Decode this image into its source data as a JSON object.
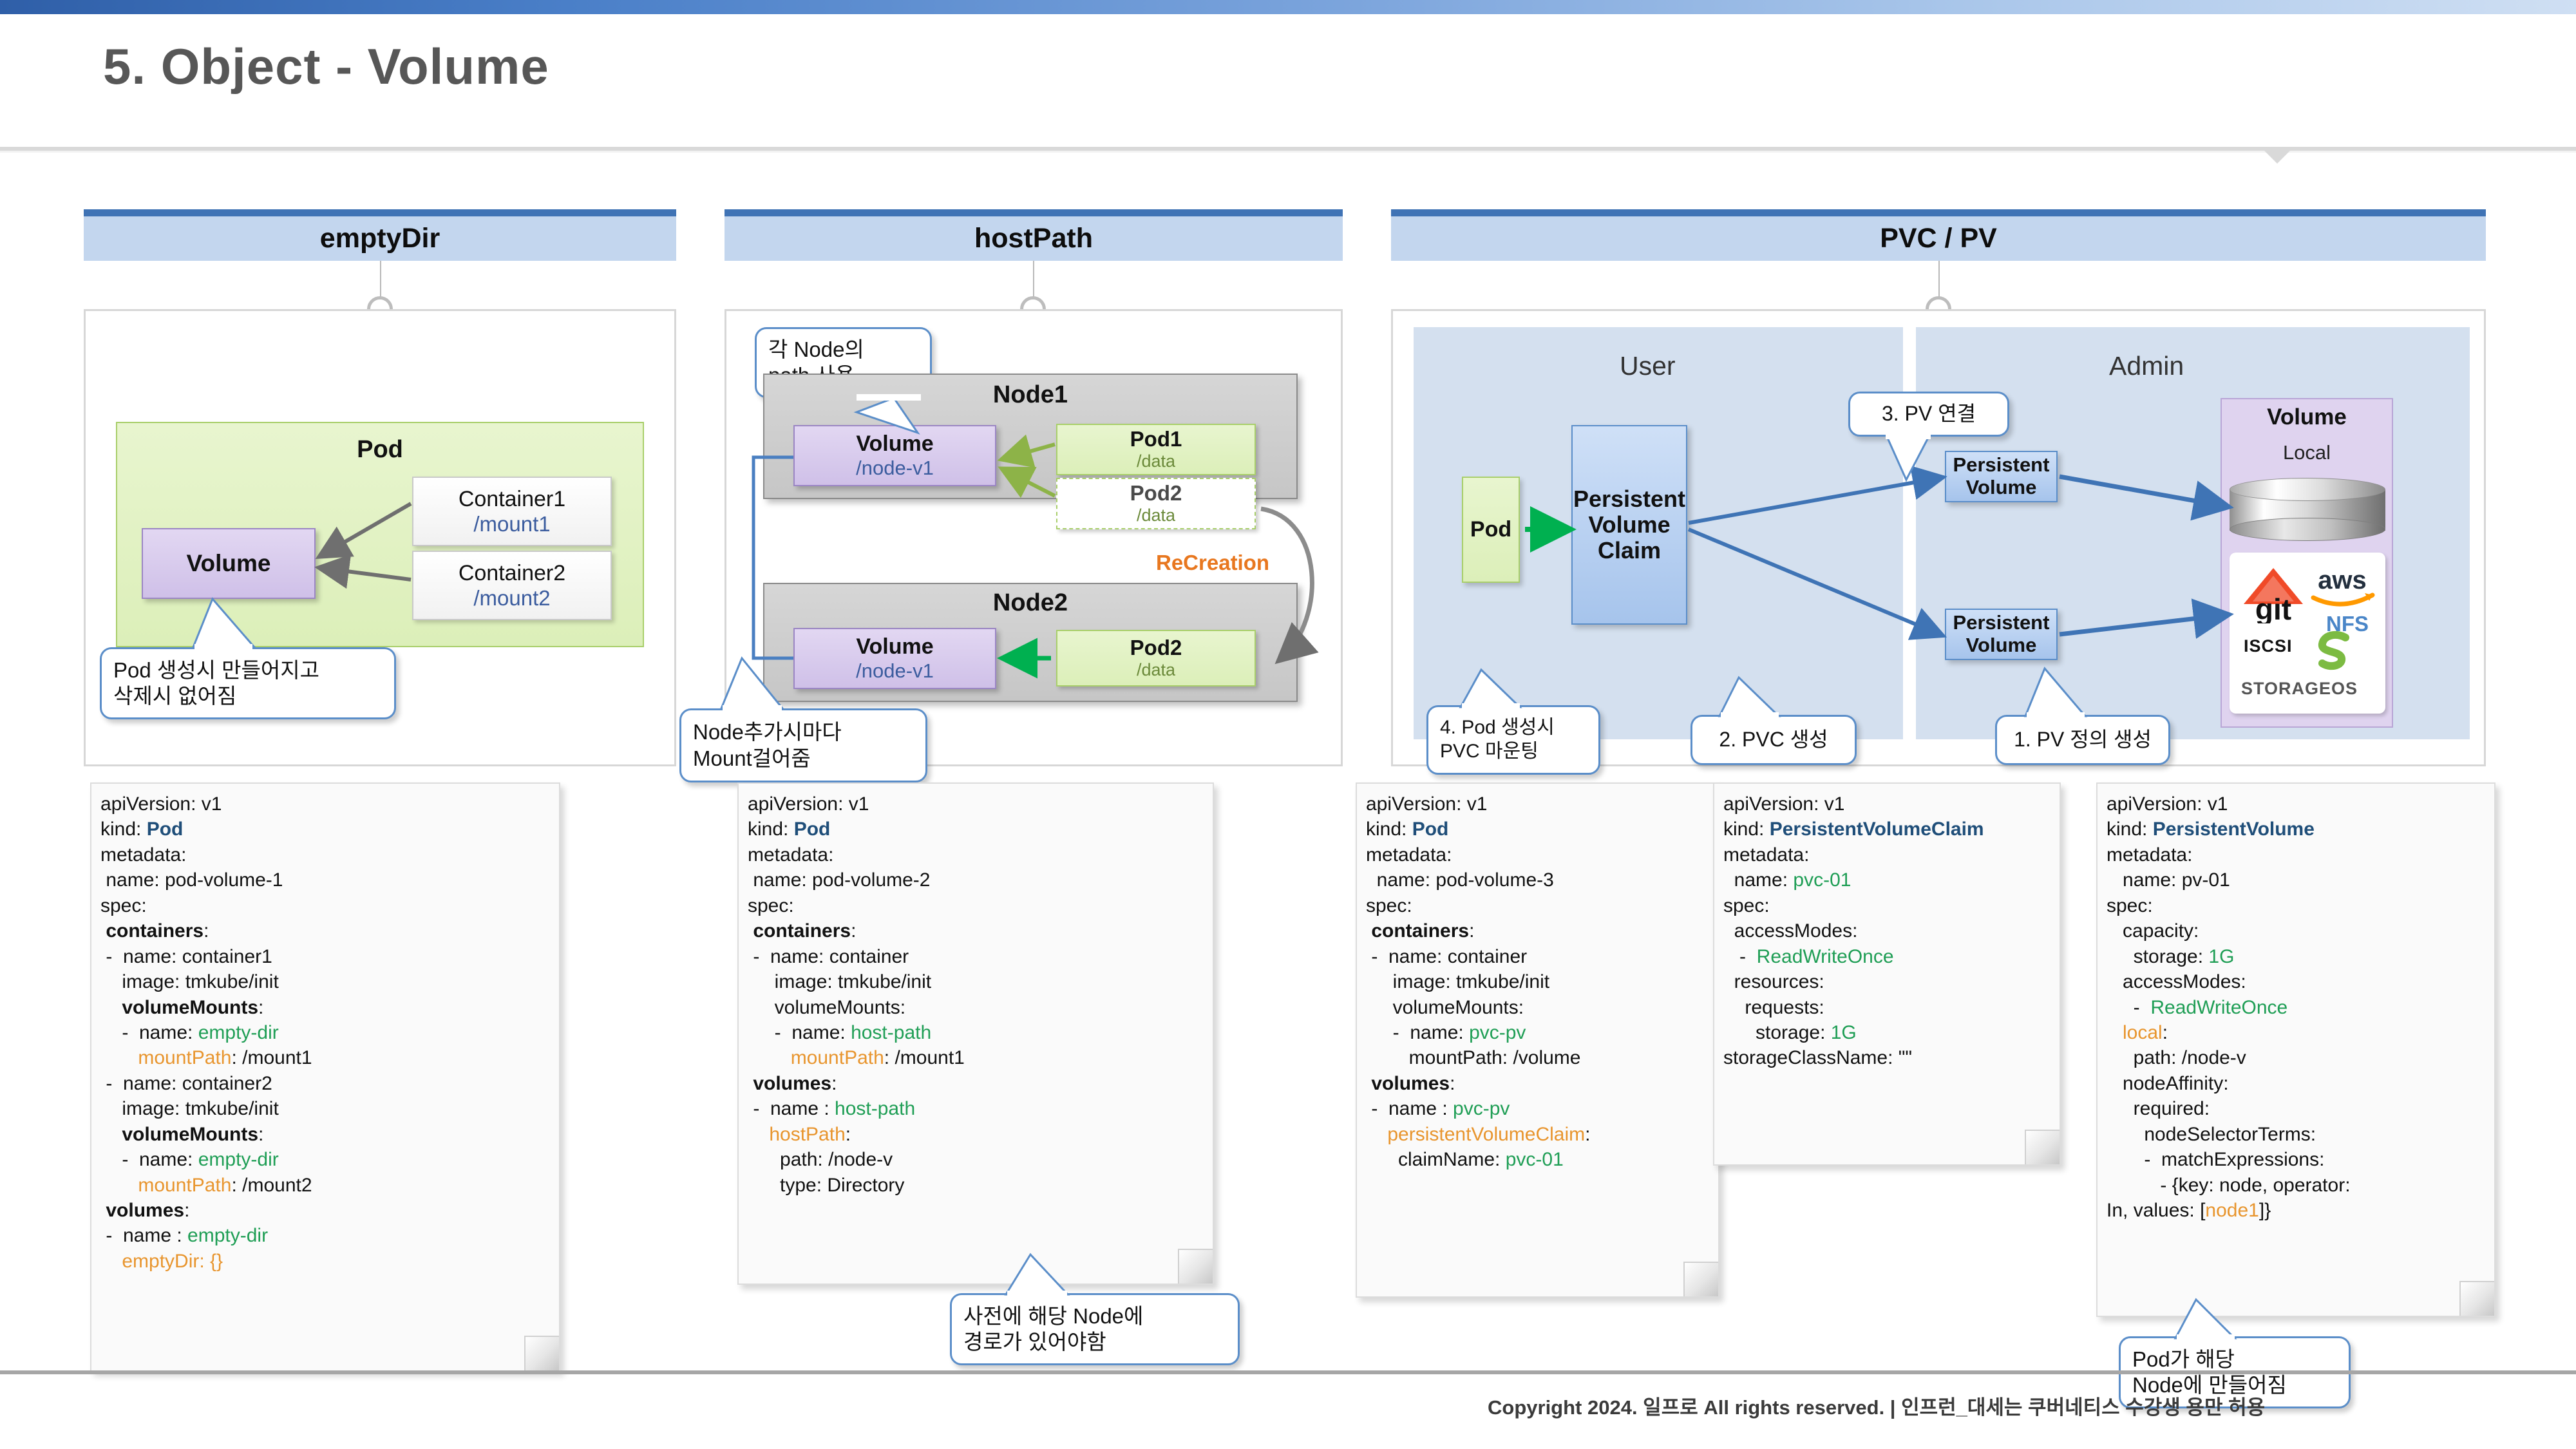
{
  "slide": {
    "title": "5. Object - Volume",
    "footer": "Copyright 2024. 일프로 All rights reserved. | 인프런_대세는 쿠버네티스 수강생 용만 허용"
  },
  "sections": [
    {
      "id": "emptydir",
      "title": "emptyDir"
    },
    {
      "id": "hostpath",
      "title": "hostPath"
    },
    {
      "id": "pvcpv",
      "title": "PVC / PV"
    }
  ],
  "emptydir": {
    "pod_label": "Pod",
    "volume_label": "Volume",
    "containers": [
      {
        "name": "Container1",
        "mount": "/mount1"
      },
      {
        "name": "Container2",
        "mount": "/mount2"
      }
    ],
    "callout": "Pod 생성시 만들어지고\n삭제시 없어짐"
  },
  "hostpath": {
    "callout_top": "각 Node의\npath 사용",
    "callout_bottom": "Node추가시마다\nMount걸어줌",
    "recreation_label": "ReCreation",
    "node1": {
      "title": "Node1",
      "volume_label": "Volume",
      "volume_path": "/node-v1",
      "pods": [
        {
          "name": "Pod1",
          "path": "/data",
          "state": "active"
        },
        {
          "name": "Pod2",
          "path": "/data",
          "state": "ghost"
        }
      ]
    },
    "node2": {
      "title": "Node2",
      "volume_label": "Volume",
      "volume_path": "/node-v1",
      "pods": [
        {
          "name": "Pod2",
          "path": "/data",
          "state": "active"
        }
      ]
    }
  },
  "pvcpv": {
    "user_label": "User",
    "admin_label": "Admin",
    "pod_label": "Pod",
    "pvc_label": "Persistent\nVolume\nClaim",
    "pv_label_1": "Persistent\nVolume",
    "pv_label_2": "Persistent\nVolume",
    "volume_title": "Volume",
    "volume_subtitle": "Local",
    "storage_logos": [
      "git",
      "aws",
      "NFS",
      "ISCSI",
      "STORAGEOS"
    ],
    "callouts": {
      "step1": "1. PV 정의 생성",
      "step2": "2. PVC 생성",
      "step3": "3. PV 연결",
      "step4": "4. Pod 생성시\nPVC 마운팅"
    }
  },
  "yaml_notes": [
    {
      "id": "pod-volume-1",
      "lines": [
        [
          {
            "t": "apiVersion: v1"
          }
        ],
        [
          {
            "t": "kind: "
          },
          {
            "t": "Pod",
            "c": "k-kind"
          }
        ],
        [
          {
            "t": "metadata:"
          }
        ],
        [
          {
            "t": " name: pod-volume-1"
          }
        ],
        [
          {
            "t": "spec:"
          }
        ],
        [
          {
            "t": " "
          },
          {
            "t": "containers",
            "c": "k-b"
          },
          {
            "t": ":"
          }
        ],
        [
          {
            "t": " -  name: container1"
          }
        ],
        [
          {
            "t": "    image: tmkube/init"
          }
        ],
        [
          {
            "t": "    "
          },
          {
            "t": "volumeMounts",
            "c": "k-b"
          },
          {
            "t": ":"
          }
        ],
        [
          {
            "t": "    -  name: "
          },
          {
            "t": "empty-dir",
            "c": "k-g"
          }
        ],
        [
          {
            "t": "       "
          },
          {
            "t": "mountPath",
            "c": "k-o"
          },
          {
            "t": ": /mount1"
          }
        ],
        [
          {
            "t": " -  name: container2"
          }
        ],
        [
          {
            "t": "    image: tmkube/init"
          }
        ],
        [
          {
            "t": "    "
          },
          {
            "t": "volumeMounts",
            "c": "k-b"
          },
          {
            "t": ":"
          }
        ],
        [
          {
            "t": "    -  name: "
          },
          {
            "t": "empty-dir",
            "c": "k-g"
          }
        ],
        [
          {
            "t": "       "
          },
          {
            "t": "mountPath",
            "c": "k-o"
          },
          {
            "t": ": /mount2"
          }
        ],
        [
          {
            "t": " "
          },
          {
            "t": "volumes",
            "c": "k-b"
          },
          {
            "t": ":"
          }
        ],
        [
          {
            "t": " -  name : "
          },
          {
            "t": "empty-dir",
            "c": "k-g"
          }
        ],
        [
          {
            "t": "    "
          },
          {
            "t": "emptyDir: {}",
            "c": "k-o"
          }
        ]
      ]
    },
    {
      "id": "pod-volume-2",
      "lines": [
        [
          {
            "t": "apiVersion: v1"
          }
        ],
        [
          {
            "t": "kind: "
          },
          {
            "t": "Pod",
            "c": "k-kind"
          }
        ],
        [
          {
            "t": "metadata:"
          }
        ],
        [
          {
            "t": " name: pod-volume-2"
          }
        ],
        [
          {
            "t": "spec:"
          }
        ],
        [
          {
            "t": " "
          },
          {
            "t": "containers",
            "c": "k-b"
          },
          {
            "t": ":"
          }
        ],
        [
          {
            "t": " -  name: container"
          }
        ],
        [
          {
            "t": "     image: tmkube/init"
          }
        ],
        [
          {
            "t": "     volumeMounts:"
          }
        ],
        [
          {
            "t": "     -  name: "
          },
          {
            "t": "host-path",
            "c": "k-g"
          }
        ],
        [
          {
            "t": "        "
          },
          {
            "t": "mountPath",
            "c": "k-o"
          },
          {
            "t": ": /mount1"
          }
        ],
        [
          {
            "t": " "
          },
          {
            "t": "volumes",
            "c": "k-b"
          },
          {
            "t": ":"
          }
        ],
        [
          {
            "t": " -  name : "
          },
          {
            "t": "host-path",
            "c": "k-g"
          }
        ],
        [
          {
            "t": "    "
          },
          {
            "t": "hostPath",
            "c": "k-o"
          },
          {
            "t": ":"
          }
        ],
        [
          {
            "t": "      path: /node-v"
          }
        ],
        [
          {
            "t": "      type: Directory"
          }
        ]
      ]
    },
    {
      "id": "pod-volume-3",
      "lines": [
        [
          {
            "t": "apiVersion: v1"
          }
        ],
        [
          {
            "t": "kind: "
          },
          {
            "t": "Pod",
            "c": "k-kind"
          }
        ],
        [
          {
            "t": "metadata:"
          }
        ],
        [
          {
            "t": "  name: pod-volume-3"
          }
        ],
        [
          {
            "t": "spec:"
          }
        ],
        [
          {
            "t": " "
          },
          {
            "t": "containers",
            "c": "k-b"
          },
          {
            "t": ":"
          }
        ],
        [
          {
            "t": " -  name: container"
          }
        ],
        [
          {
            "t": "     image: tmkube/init"
          }
        ],
        [
          {
            "t": "     volumeMounts:"
          }
        ],
        [
          {
            "t": "     -  name: "
          },
          {
            "t": "pvc-pv",
            "c": "k-g"
          }
        ],
        [
          {
            "t": "        mountPath: /volume"
          }
        ],
        [
          {
            "t": " "
          },
          {
            "t": "volumes",
            "c": "k-b"
          },
          {
            "t": ":"
          }
        ],
        [
          {
            "t": " -  name : "
          },
          {
            "t": "pvc-pv",
            "c": "k-g"
          }
        ],
        [
          {
            "t": "    "
          },
          {
            "t": "persistentVolumeClaim",
            "c": "k-o"
          },
          {
            "t": ":"
          }
        ],
        [
          {
            "t": "      claimName: "
          },
          {
            "t": "pvc-01",
            "c": "k-g"
          }
        ]
      ]
    },
    {
      "id": "pvc-01",
      "lines": [
        [
          {
            "t": "apiVersion: v1"
          }
        ],
        [
          {
            "t": "kind: "
          },
          {
            "t": "PersistentVolumeClaim",
            "c": "k-kind"
          }
        ],
        [
          {
            "t": "metadata:"
          }
        ],
        [
          {
            "t": "  name: "
          },
          {
            "t": "pvc-01",
            "c": "k-g"
          }
        ],
        [
          {
            "t": "spec:"
          }
        ],
        [
          {
            "t": "  accessModes:"
          }
        ],
        [
          {
            "t": "   -  "
          },
          {
            "t": "ReadWriteOnce",
            "c": "k-g"
          }
        ],
        [
          {
            "t": "  resources:"
          }
        ],
        [
          {
            "t": "    requests:"
          }
        ],
        [
          {
            "t": "      storage: "
          },
          {
            "t": "1G",
            "c": "k-g"
          }
        ],
        [
          {
            "t": "storageClassName: \"\""
          }
        ]
      ]
    },
    {
      "id": "pv-01",
      "lines": [
        [
          {
            "t": "apiVersion: v1"
          }
        ],
        [
          {
            "t": "kind: "
          },
          {
            "t": "PersistentVolume",
            "c": "k-kind"
          }
        ],
        [
          {
            "t": "metadata:"
          }
        ],
        [
          {
            "t": "   name: pv-01"
          }
        ],
        [
          {
            "t": "spec:"
          }
        ],
        [
          {
            "t": "   capacity:"
          }
        ],
        [
          {
            "t": "     storage: "
          },
          {
            "t": "1G",
            "c": "k-g"
          }
        ],
        [
          {
            "t": "   accessModes:"
          }
        ],
        [
          {
            "t": "     -  "
          },
          {
            "t": "ReadWriteOnce",
            "c": "k-g"
          }
        ],
        [
          {
            "t": "   "
          },
          {
            "t": "local",
            "c": "k-o"
          },
          {
            "t": ":"
          }
        ],
        [
          {
            "t": "     path: /node-v"
          }
        ],
        [
          {
            "t": "   nodeAffinity:"
          }
        ],
        [
          {
            "t": "     required:"
          }
        ],
        [
          {
            "t": "       nodeSelectorTerms:"
          }
        ],
        [
          {
            "t": "       -  matchExpressions:"
          }
        ],
        [
          {
            "t": "          - {key: node, operator:"
          }
        ],
        [
          {
            "t": "In, values: ["
          },
          {
            "t": "node1",
            "c": "k-o"
          },
          {
            "t": "]}"
          }
        ]
      ]
    }
  ],
  "bottom_callouts": {
    "hostpath_note": "사전에 해당 Node에\n경로가 있어야함",
    "pv_note": "Pod가 해당\nNode에 만들어짐"
  },
  "colors": {
    "banner_bg": "#c3d6ee",
    "banner_top": "#3f73b5",
    "pod_green": "#dcefb9",
    "volume_purple": "#cfc0e8",
    "blue_box": "#a6c4ec",
    "callout_border": "#5b8ec9",
    "yaml_kind": "#1f4e79",
    "yaml_green": "#1f9e55",
    "yaml_orange": "#e8952e",
    "recreation": "#e8771f"
  }
}
